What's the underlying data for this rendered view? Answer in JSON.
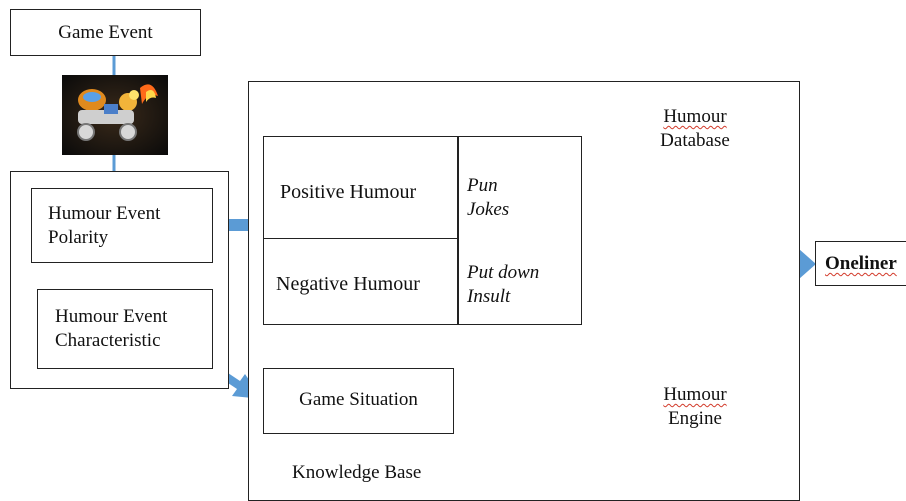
{
  "game_event": "Game Event",
  "input_panel": {
    "polarity": "Humour Event Polarity",
    "characteristic": "Humour Event Characteristic"
  },
  "knowledge_base": {
    "label": "Knowledge Base",
    "positive": "Positive Humour",
    "negative": "Negative Humour",
    "positive_types": [
      "Pun",
      "Jokes"
    ],
    "negative_types": [
      "Put down",
      "Insult"
    ],
    "game_situation": "Game Situation",
    "database_title": [
      "Humour",
      "Database"
    ],
    "engine_title": [
      "Humour",
      "Engine"
    ]
  },
  "output": "Oneliner",
  "colors": {
    "arrow": "#5b9bd5",
    "connector": "#6aa2d8",
    "border": "#222222",
    "cylinder_top": "#bdbdbd",
    "cylinder_body_dark": "#2b2b2b"
  }
}
